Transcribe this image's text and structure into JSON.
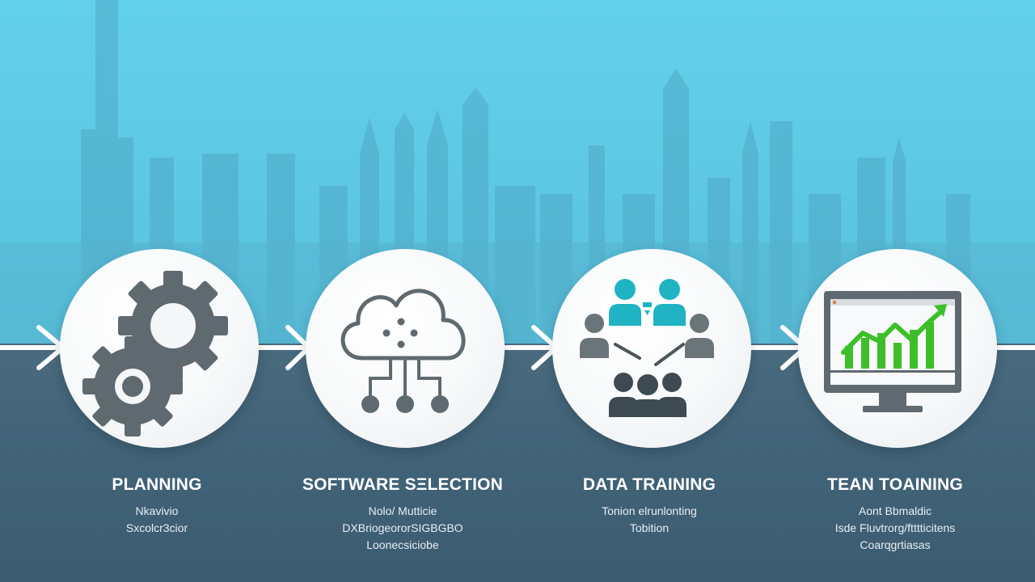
{
  "colors": {
    "sky": "#5dc7e3",
    "ground": "#42647a",
    "icon_gray": "#5f6a70",
    "icon_teal": "#1fb3c4",
    "chart_green": "#3cbf28",
    "arrow": "#ffffff"
  },
  "steps": [
    {
      "icon": "gears-icon",
      "title": "PLANNING",
      "desc": [
        "Nkavivio",
        "Sxcolcr3cior"
      ]
    },
    {
      "icon": "cloud-network-icon",
      "title": "SOFTWARE SΞLECTION",
      "desc": [
        "Nolo/ Mutticie",
        "DXBriogeororSIGBGBO",
        "Loonecsiciobe"
      ]
    },
    {
      "icon": "people-network-icon",
      "title": "DATA TRAINING",
      "desc": [
        "Tonion elrunlonting",
        "Tobition"
      ]
    },
    {
      "icon": "growth-chart-monitor-icon",
      "title": "TEAN TOAINING",
      "desc": [
        "Aont Bbmaldic",
        "Isde Fluvtrorg/ftttticitens",
        "Coarqgrtiasas"
      ]
    }
  ]
}
